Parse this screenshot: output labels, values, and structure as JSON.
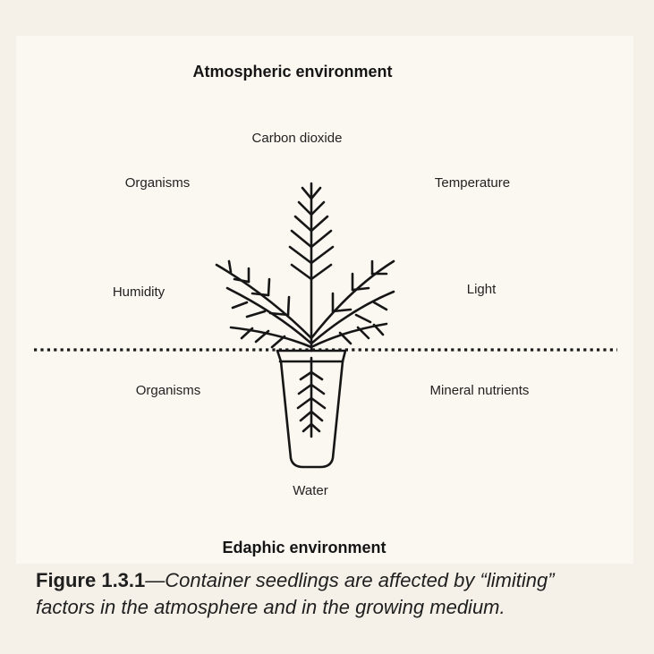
{
  "diagram": {
    "top_heading": "Atmospheric environment",
    "bottom_heading": "Edaphic environment",
    "atmospheric_factors": {
      "carbon_dioxide": "Carbon dioxide",
      "organisms": "Organisms",
      "temperature": "Temperature",
      "humidity": "Humidity",
      "light": "Light"
    },
    "edaphic_factors": {
      "organisms": "Organisms",
      "mineral_nutrients": "Mineral nutrients",
      "water": "Water"
    }
  },
  "caption": {
    "label": "Figure 1.3.1",
    "text": "—Container seedlings are affected by “limiting” factors in the atmosphere and in the growing medium."
  }
}
